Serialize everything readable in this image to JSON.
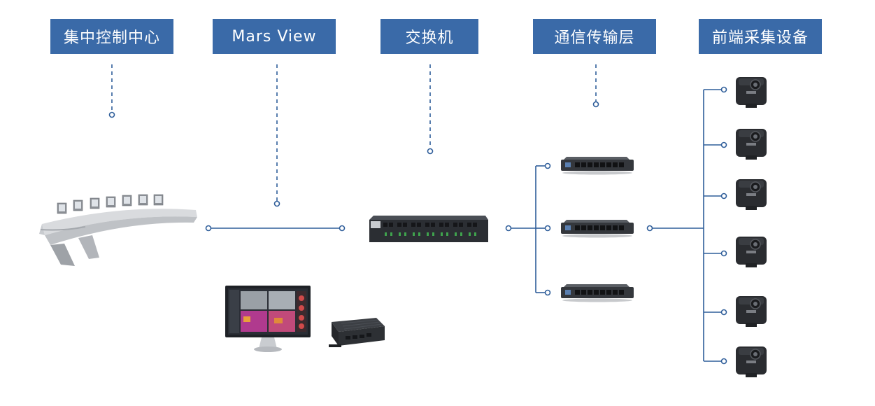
{
  "headers": {
    "control_center": "集中控制中心",
    "mars_view": "Mars View",
    "switch": "交换机",
    "transport_layer": "通信传输层",
    "front_end": "前端采集设备"
  },
  "colors": {
    "accent": "#3a6aa8",
    "line": "#2f5e9a"
  },
  "icons": [
    "control-console",
    "monitor",
    "edge-box",
    "rack-switch",
    "poe-switch",
    "camera"
  ]
}
